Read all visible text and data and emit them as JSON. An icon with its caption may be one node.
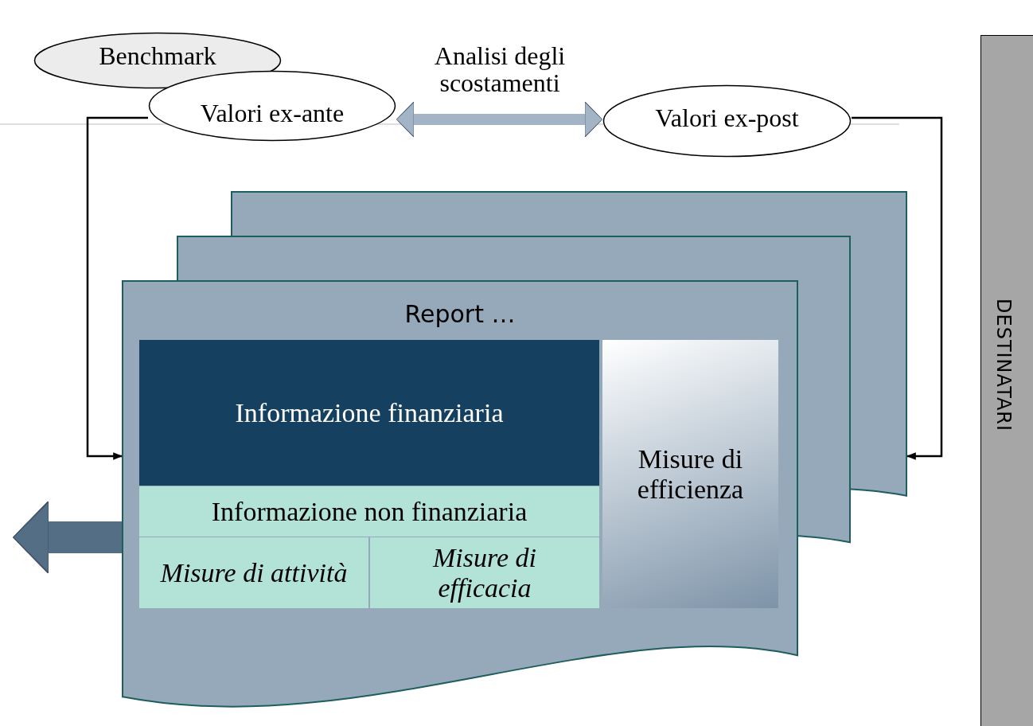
{
  "diagram": {
    "nodes": [
      {
        "text": [
          "Benchmark"
        ]
      },
      {
        "text": [
          "Valori ex-ante"
        ]
      },
      {
        "text": [
          "Valori ex-post"
        ]
      },
      {
        "text": [
          "Report …"
        ]
      },
      {
        "text": [
          "Informazione finanziaria"
        ],
        "in": 3
      },
      {
        "text": [
          "Misure di efficienza"
        ],
        "in": 3
      },
      {
        "text": [
          "Informazione non finanziaria"
        ],
        "in": 3
      },
      {
        "text": [
          "Misure di attività"
        ],
        "in": 3
      },
      {
        "text": [
          "Misure di efficacia"
        ],
        "in": 3
      },
      {
        "text": [
          "DESTINATARI"
        ]
      }
    ],
    "edges": [
      {
        "from": 1,
        "to": 2,
        "arrow": "both",
        "label": "Analisi degli scostamenti",
        "style": "thick",
        "color": "#a3b4c6"
      },
      {
        "from": 1,
        "to": 3,
        "arrow": "to"
      },
      {
        "from": 2,
        "to": 3,
        "arrow": "to"
      },
      {
        "from": 3,
        "to": null,
        "arrow": "to",
        "style": "thick",
        "color": "#546e86"
      }
    ]
  }
}
